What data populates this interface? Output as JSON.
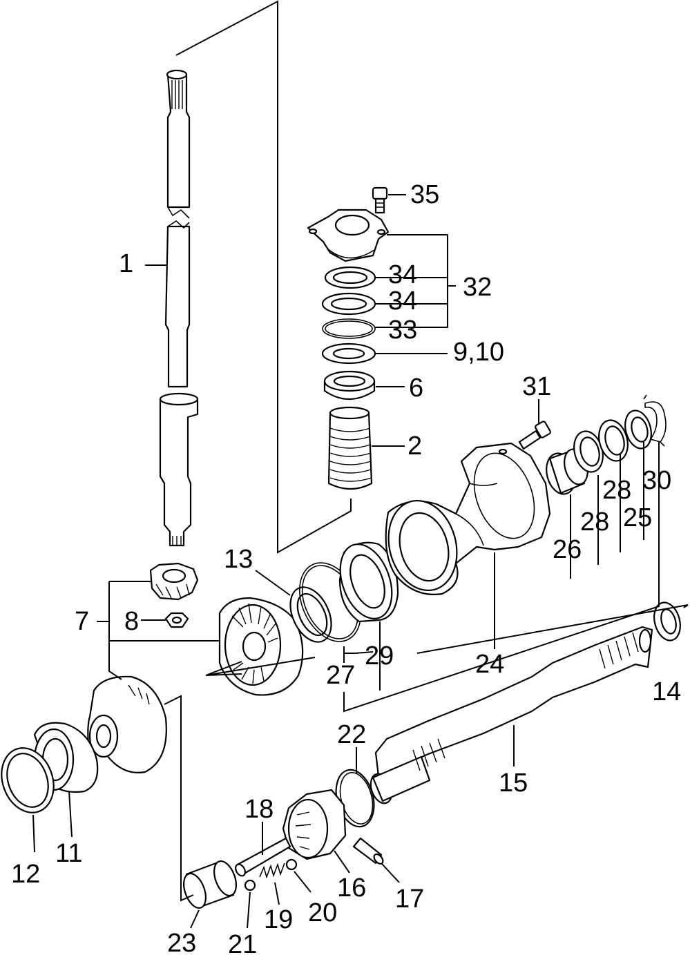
{
  "diagram": {
    "labels": {
      "p1": "1",
      "p2": "2",
      "p6": "6",
      "p7": "7",
      "p8": "8",
      "p910": "9,10",
      "p11": "11",
      "p12": "12",
      "p13": "13",
      "p14": "14",
      "p15": "15",
      "p16": "16",
      "p17": "17",
      "p18": "18",
      "p19": "19",
      "p20": "20",
      "p21": "21",
      "p22": "22",
      "p23": "23",
      "p24": "24",
      "p25": "25",
      "p26": "26",
      "p27": "27",
      "p28a": "28",
      "p28b": "28",
      "p29": "29",
      "p30": "30",
      "p31": "31",
      "p32": "32",
      "p33": "33",
      "p34a": "34",
      "p34b": "34",
      "p35": "35"
    }
  }
}
